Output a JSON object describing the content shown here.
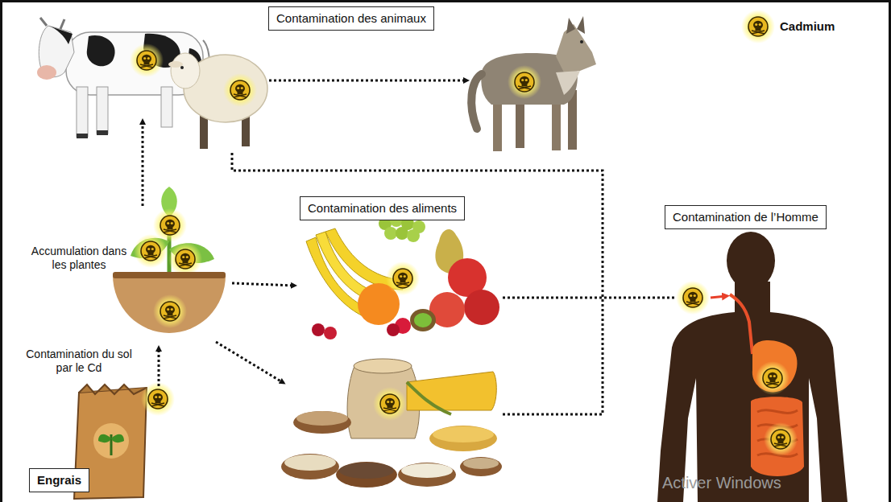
{
  "diagram": {
    "nodes": [
      {
        "text": [
          "Contamination des animaux"
        ]
      },
      {
        "text": [
          "Contamination des aliments"
        ]
      },
      {
        "text": [
          "Contamination de l’Homme"
        ]
      },
      {
        "text": [
          "Engrais"
        ]
      }
    ],
    "labels": [
      "Accumulation dans les plantes",
      "Contamination du sol par le Cd",
      "Activer Windows"
    ],
    "legend": [
      {
        "text": "Cadmium"
      }
    ]
  }
}
